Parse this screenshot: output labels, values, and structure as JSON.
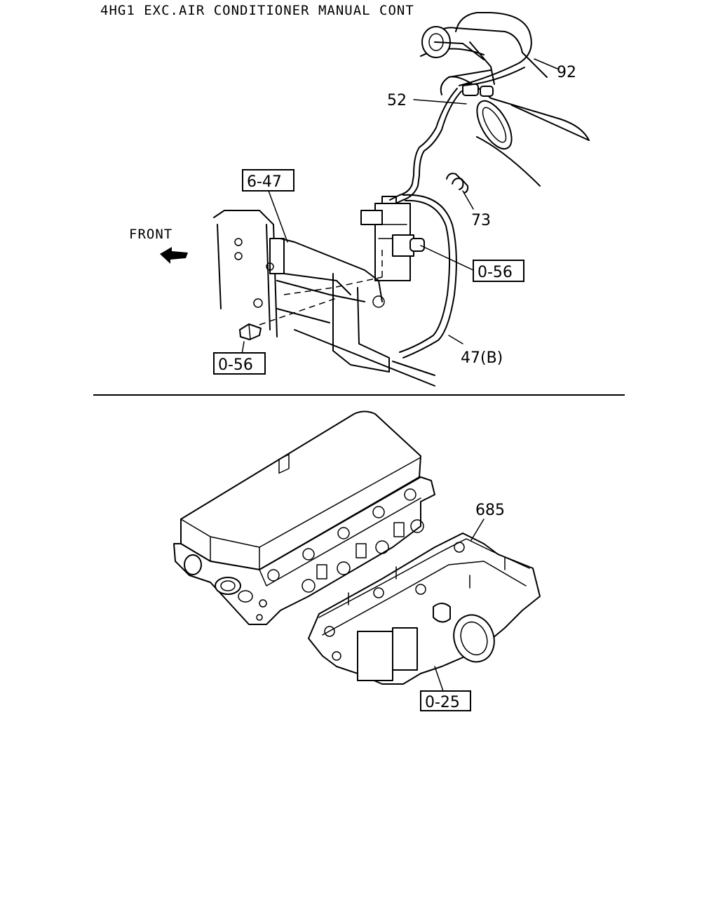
{
  "title": "4HG1 EXC.AIR CONDITIONER MANUAL CONT",
  "upper_diagram": {
    "front_label": "FRONT",
    "callouts": {
      "c92": "92",
      "c52": "52",
      "c647": "6-47",
      "c73": "73",
      "c056_right": "0-56",
      "c056_left": "0-56",
      "c47b": "47(B)"
    }
  },
  "lower_diagram": {
    "callouts": {
      "c685": "685",
      "c025": "0-25"
    }
  }
}
